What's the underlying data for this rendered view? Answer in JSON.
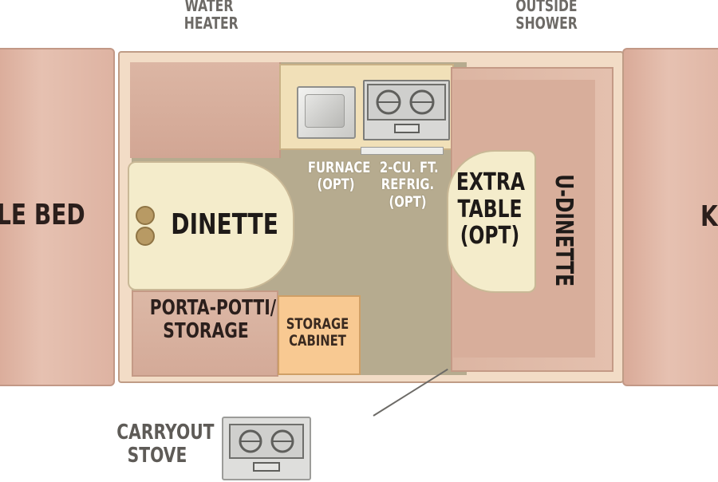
{
  "labels": {
    "water_heater": [
      "WATER",
      "HEATER"
    ],
    "outside_shower": [
      "OUTSIDE",
      "SHOWER"
    ],
    "left_bed": "LE BED",
    "right_bed": "K",
    "dinette": "DINETTE",
    "furnace": [
      "FURNACE",
      "(OPT)"
    ],
    "refrig": [
      "2-CU. FT.",
      "REFRIG.",
      "(OPT)"
    ],
    "extra_table": [
      "EXTRA",
      "TABLE",
      "(OPT)"
    ],
    "u_dinette": "U-DINETTE",
    "porta_potti": [
      "PORTA-POTTI/",
      "STORAGE"
    ],
    "storage_cabinet": [
      "STORAGE",
      "CABINET"
    ],
    "carryout_stove": [
      "CARRYOUT",
      "STOVE"
    ]
  },
  "icons": {
    "sink": "sink-icon",
    "stove": "stove-icon",
    "carryout_stove": "stove-icon"
  },
  "colors": {
    "bunk": "#deb3a2",
    "floor": "#b6ab8f",
    "dinette_table": "#f4eccb",
    "storage_cabinet": "#f8c992",
    "label_text": "#2b1f1c"
  }
}
